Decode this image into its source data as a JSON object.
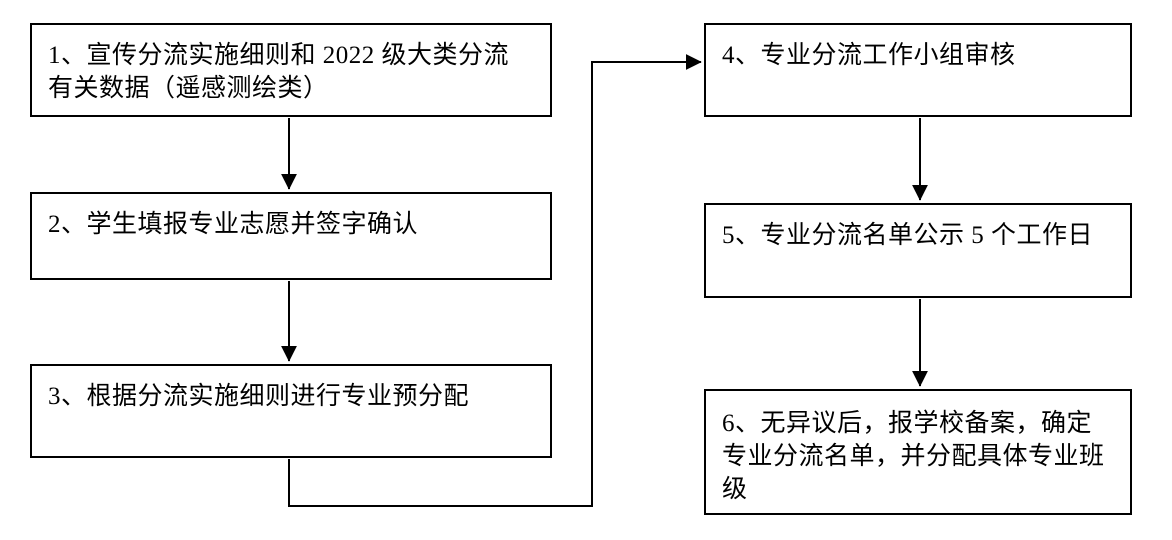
{
  "flowchart": {
    "type": "flowchart",
    "colors": {
      "border": "#000000",
      "background": "#ffffff",
      "text": "#000000",
      "arrow": "#000000"
    },
    "nodes": [
      {
        "id": "1",
        "label": "1、宣传分流实施细则和 2022 级大类分流有关数据（遥感测绘类）",
        "lines": [
          "1、宣传分流实施细则和 2022 级大类分流",
          "有关数据（遥感测绘类）"
        ]
      },
      {
        "id": "2",
        "label": "2、学生填报专业志愿并签字确认",
        "lines": [
          "2、学生填报专业志愿并签字确认"
        ]
      },
      {
        "id": "3",
        "label": "3、根据分流实施细则进行专业预分配",
        "lines": [
          "3、根据分流实施细则进行专业预分配"
        ]
      },
      {
        "id": "4",
        "label": "4、专业分流工作小组审核",
        "lines": [
          "4、专业分流工作小组审核"
        ]
      },
      {
        "id": "5",
        "label": "5、专业分流名单公示 5 个工作日",
        "lines": [
          "5、专业分流名单公示 5 个工作日"
        ]
      },
      {
        "id": "6",
        "label": "6、无异议后，报学校备案，确定专业分流名单，并分配具体专业班级",
        "lines": [
          "6、无异议后，报学校备案，确定",
          "专业分流名单，并分配具体专业班",
          "级"
        ]
      }
    ],
    "edges": [
      {
        "from": "1",
        "to": "2"
      },
      {
        "from": "2",
        "to": "3"
      },
      {
        "from": "3",
        "to": "4"
      },
      {
        "from": "4",
        "to": "5"
      },
      {
        "from": "5",
        "to": "6"
      }
    ]
  }
}
